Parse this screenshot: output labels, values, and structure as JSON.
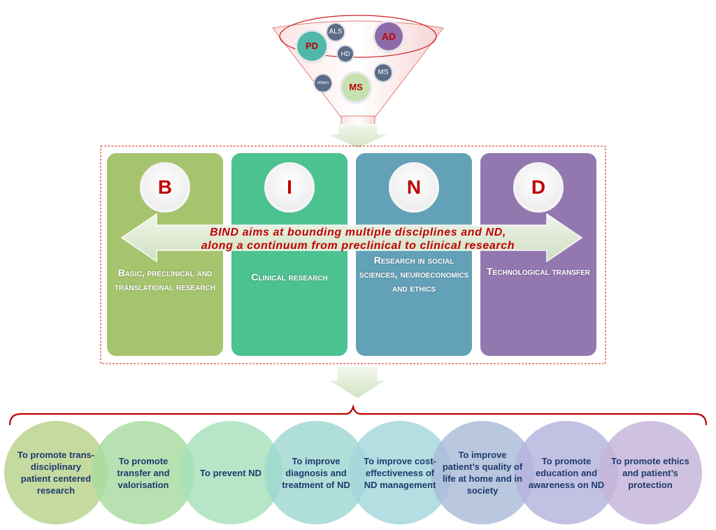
{
  "funnel": {
    "diseases": [
      {
        "label": "PD",
        "size": "large",
        "color": "#4fb8a8",
        "text_color": "#c00000"
      },
      {
        "label": "ALS",
        "size": "small",
        "color": "#5a6c88",
        "text_color": "#ffffff"
      },
      {
        "label": "AD",
        "size": "large",
        "color": "#8e6aa8",
        "text_color": "#c00000"
      },
      {
        "label": "HD",
        "size": "small",
        "color": "#5a6c88",
        "text_color": "#ffffff"
      },
      {
        "label": "MS",
        "size": "small",
        "color": "#5a6c88",
        "text_color": "#ffffff"
      },
      {
        "label": "others",
        "size": "small",
        "color": "#5a6c88",
        "text_color": "#ffffff"
      },
      {
        "label": "MS",
        "size": "large",
        "color": "#c6e0b0",
        "text_color": "#c00000"
      }
    ]
  },
  "pillars": [
    {
      "letter": "B",
      "text": "Basic, preclinical and translational research",
      "color": "#a6c46e"
    },
    {
      "letter": "I",
      "text": "Clinical research",
      "color": "#4cc291"
    },
    {
      "letter": "N",
      "text": "Research in social sciences, neuroeconomics and ethics",
      "color": "#62a1b8"
    },
    {
      "letter": "D",
      "text": "Technological transfer",
      "color": "#9378b0"
    }
  ],
  "banner": {
    "line1": "BIND aims at bounding multiple disciplines and ND,",
    "line2": "along a continuum from preclinical to clinical research"
  },
  "goals": [
    {
      "text": "To promote trans-disciplinary patient centered research",
      "color": "#b8d28a"
    },
    {
      "text": "To promote transfer and valorisation",
      "color": "#a7dba0"
    },
    {
      "text": "To prevent ND",
      "color": "#a6e0bb"
    },
    {
      "text": "To improve diagnosis and treatment of ND",
      "color": "#9ed8cf"
    },
    {
      "text": "To improve cost-effectiveness of ND management",
      "color": "#a3d7dc"
    },
    {
      "text": "To improve patient’s quality of life at home and in society",
      "color": "#a9bcd8"
    },
    {
      "text": "To promote education and awareness on ND",
      "color": "#b5b3de"
    },
    {
      "text": "To promote ethics and patient’s protection",
      "color": "#c5b4d9"
    }
  ],
  "colors": {
    "accent_red": "#c00000",
    "goal_text": "#1f3a6e",
    "arrow_fill": "#e2ecd6"
  }
}
